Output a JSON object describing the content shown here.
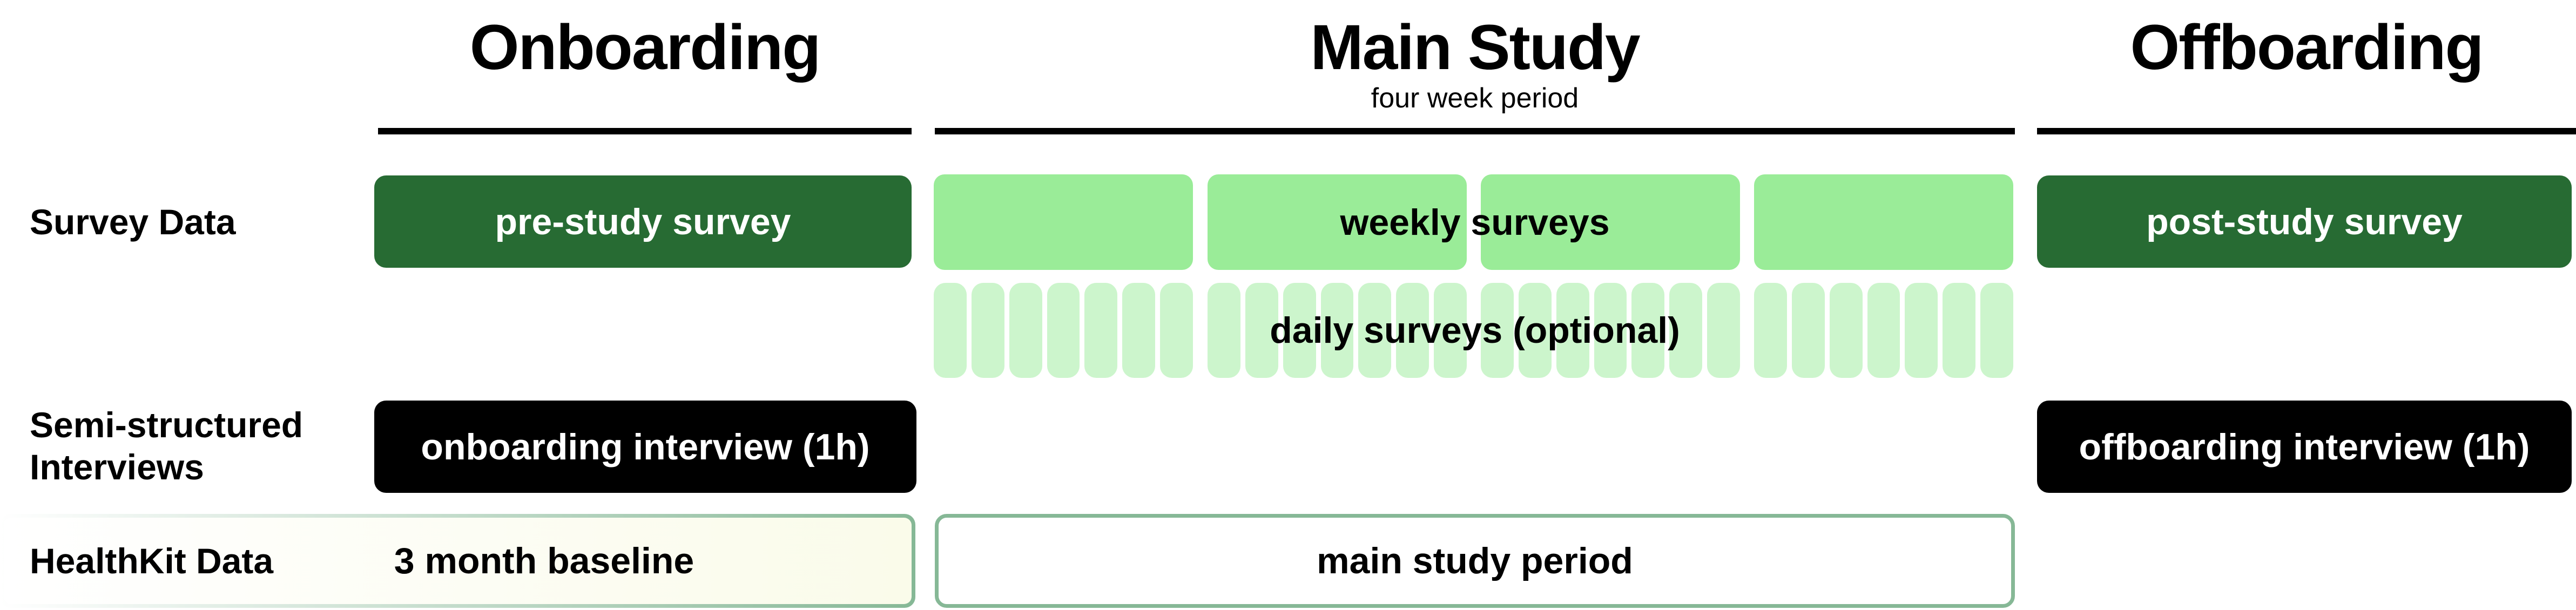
{
  "phases": {
    "onboarding": {
      "title": "Onboarding"
    },
    "main": {
      "title": "Main Study",
      "subtitle": "four week period"
    },
    "offboarding": {
      "title": "Offboarding"
    }
  },
  "rows": {
    "survey": {
      "label": "Survey Data",
      "pre": "pre-study survey",
      "weekly": "weekly surveys",
      "daily": "daily surveys (optional)",
      "post": "post-study survey"
    },
    "interviews": {
      "label": "Semi-structured Interviews",
      "onboarding": "onboarding interview (1h)",
      "offboarding": "offboarding interview (1h)"
    },
    "healthkit": {
      "label": "HealthKit Data",
      "baseline": "3 month baseline",
      "main": "main study period"
    }
  },
  "colors": {
    "dark_green": "#276b33",
    "weekly_green": "#9aec98",
    "daily_green": "#ccf5cc",
    "healthkit_border": "#86b896"
  }
}
